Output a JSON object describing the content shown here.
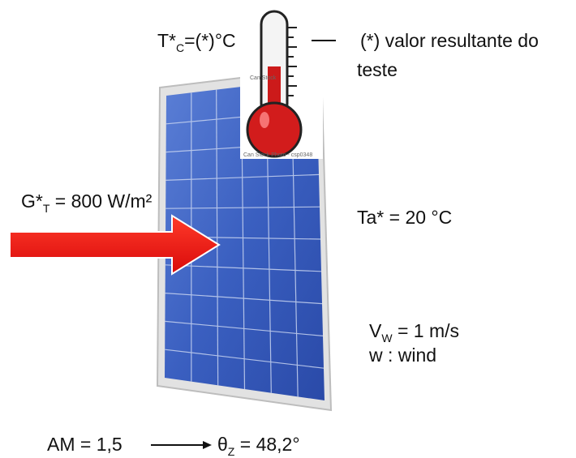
{
  "labels": {
    "tc_main": "T*",
    "tc_sub": "C",
    "tc_rest": "=(*)°C",
    "note_line1": "(*) valor resultante do",
    "note_line2": "teste",
    "irradiance_main": "G*",
    "irradiance_sub": "T",
    "irradiance_rest": " = 800 W/m²",
    "ambient": "Ta* = 20 °C",
    "wind_main": "V",
    "wind_sub": "W",
    "wind_rest": " = 1 m/s",
    "wind_note": "w : wind",
    "airmass": "AM = 1,5",
    "zenith_main": "θ",
    "zenith_sub": "Z",
    "zenith_rest": " = 48,2°"
  },
  "watermark": {
    "top": "Can Stock",
    "bottom": "Can Stock Photo - csp0348"
  },
  "colors": {
    "panel_blue": "#3a5fc0",
    "panel_grid": "#c8d4f0",
    "frame": "#d8d8d8",
    "arrow_red": "#ee1111",
    "mercury": "#cc1a1a",
    "text": "#111111"
  }
}
